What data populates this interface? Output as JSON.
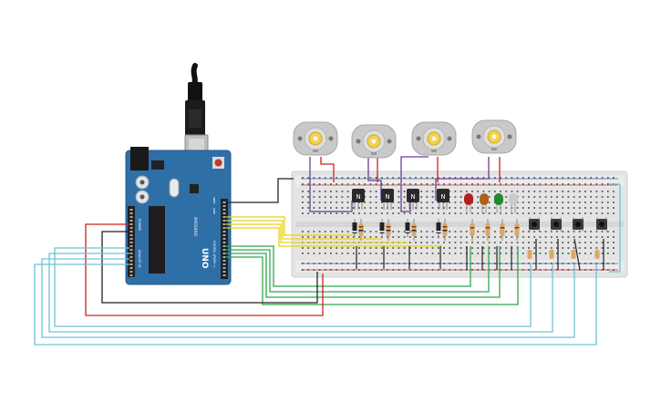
{
  "board": {
    "model_label": "UNO",
    "brand_label": "ARDUINO",
    "digital_label": "DIGITAL (PWM~)",
    "power_label": "POWER",
    "analog_label": "ANALOG IN",
    "aref_label": "AREF",
    "gnd_label": "GND"
  },
  "transistor_label": "N",
  "colors": {
    "wire_red": "#d0201c",
    "wire_black": "#222222",
    "wire_yellow": "#e8d21a",
    "wire_green": "#2fa84a",
    "wire_cyan": "#6cc4d4",
    "wire_purple": "#6a3d9a",
    "board_blue": "#2f6fa8",
    "breadboard": "#e6e6e6",
    "led_red": "#b21f1f",
    "led_amber": "#b0601a",
    "led_green": "#1f8a2d",
    "led_white": "#c9c9c9"
  },
  "components": {
    "motors": 4,
    "transistors": 4,
    "leds": 4,
    "pushbuttons": 4
  }
}
